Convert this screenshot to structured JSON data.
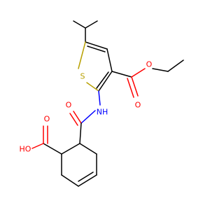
{
  "molecule": {
    "atoms": {
      "sulfur": "S",
      "amide_nitrogen": "NH",
      "amide_oxygen": "O",
      "acid_carbonyl_oxygen": "O",
      "acid_hydroxyl": "HO",
      "ester_carbonyl_oxygen": "O",
      "ester_oxygen": "O"
    }
  },
  "colors": {
    "carbon_bond": "#000000",
    "oxygen": "#ff0000",
    "nitrogen": "#0000ff",
    "sulfur": "#b8a000",
    "background": "#ffffff"
  }
}
